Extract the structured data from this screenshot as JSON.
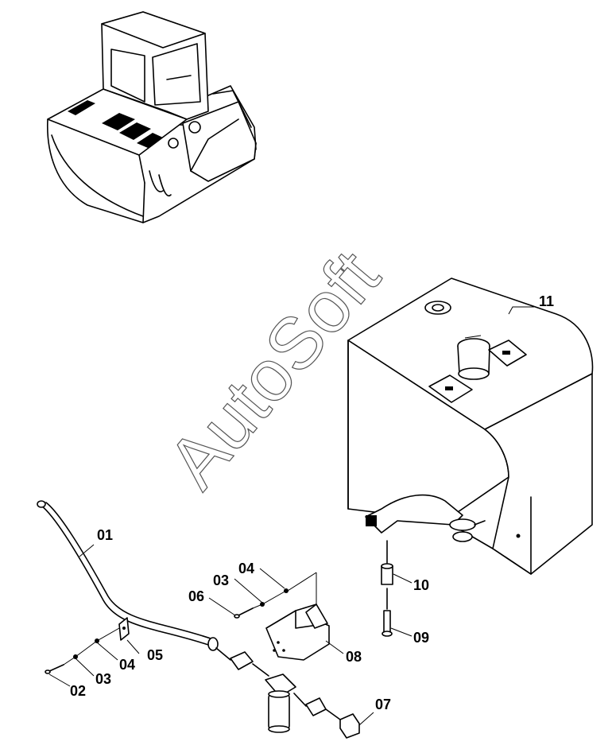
{
  "watermark": "AutoSoft",
  "labels": {
    "p01": "01",
    "p02": "02",
    "p03a": "03",
    "p03b": "03",
    "p04a": "04",
    "p04b": "04",
    "p05": "05",
    "p06": "06",
    "p07": "07",
    "p08": "08",
    "p09": "09",
    "p10": "10",
    "p11": "11"
  }
}
